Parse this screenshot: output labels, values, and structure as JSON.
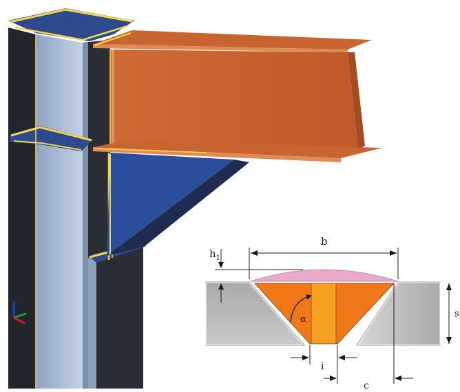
{
  "colors": {
    "column_dark": "#23252d",
    "column_light": "#b4c6dc",
    "stiffener_blue": "#2c4a8c",
    "weld_yellow": "#f4d64a",
    "beam_orange": "#c86430",
    "beam_orange_light": "#e08a55",
    "weld_fill_orange": "#f07818",
    "weld_root_orange": "#f5a020",
    "reinforcement_pink": "#e8aac8",
    "plate_gray": "#b9b9b9"
  },
  "icons": {
    "axis_triad": "xyz-axis-icon"
  },
  "weld_detail": {
    "labels": {
      "width": "b",
      "reinforcement_height": "h",
      "reinforcement_height_sub": "1",
      "thickness": "s",
      "angle": "α",
      "root_gap": "i",
      "offset": "c"
    }
  }
}
